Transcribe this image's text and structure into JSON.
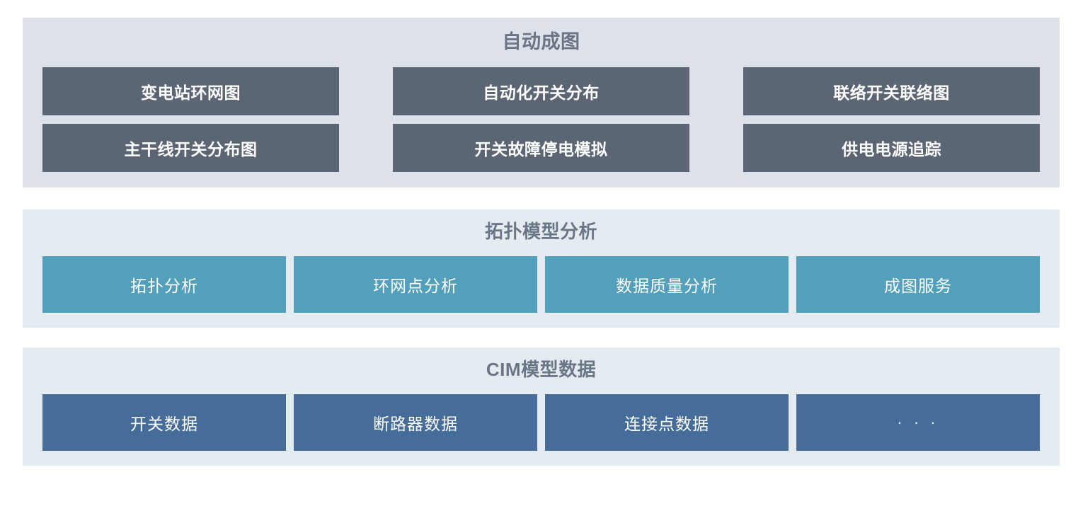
{
  "diagram": {
    "sections": [
      {
        "id": "auto-mapping",
        "title": "自动成图",
        "background": "#dde1e9",
        "node_color": "#5c6573",
        "title_color": "#6b7585",
        "rows": [
          [
            "变电站环网图",
            "自动化开关分布",
            "联络开关联络图"
          ],
          [
            "主干线开关分布图",
            "开关故障停电模拟",
            "供电电源追踪"
          ]
        ]
      },
      {
        "id": "topology-model-analysis",
        "title": "拓扑模型分析",
        "background": "#e2ecf1",
        "node_color": "#53a0bd",
        "title_color": "#6b7585",
        "rows": [
          [
            "拓扑分析",
            "环网点分析",
            "数据质量分析",
            "成图服务"
          ]
        ]
      },
      {
        "id": "cim-model-data",
        "title": "CIM模型数据",
        "background": "#e2ecf1",
        "node_color": "#466d99",
        "title_color": "#6b7585",
        "rows": [
          [
            "开关数据",
            "断路器数据",
            "连接点数据",
            "· · ·"
          ]
        ]
      }
    ]
  }
}
